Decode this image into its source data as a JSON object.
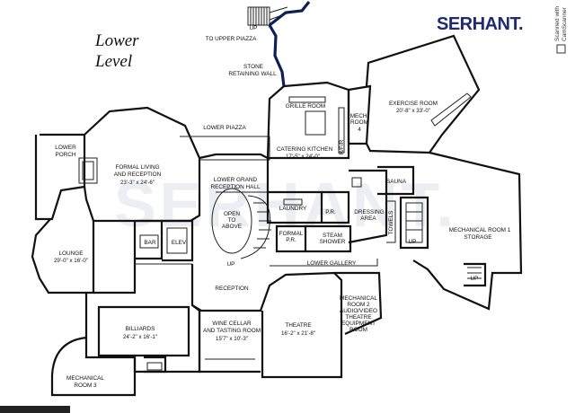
{
  "brand": {
    "name": "SERHANT."
  },
  "heading": {
    "line1": "Lower",
    "line2": "Level"
  },
  "scanner": {
    "line1": "Scanned with",
    "line2": "CamScanner"
  },
  "watermark": "SERHANT.",
  "labels": {
    "up_top": "UP",
    "to_upper_piazza": "TO UPPER PIAZZA",
    "stone_wall_1": "STONE",
    "stone_wall_2": "RETAINING WALL",
    "exercise_name": "EXERCISE ROOM",
    "exercise_dim": "20'-8\" x 33'-0\"",
    "mech4_1": "MECH.",
    "mech4_2": "ROOM",
    "mech4_3": "4",
    "grille_room": "GRILLE ROOM",
    "catering_name": "CATERING KITCHEN",
    "catering_dim": "17'-5\" x 24'-0\"",
    "lower_piazza": "LOWER PIAZZA",
    "lower_porch_1": "LOWER",
    "lower_porch_2": "PORCH",
    "formal_living_1": "FORMAL LIVING",
    "formal_living_2": "AND RECEPTION",
    "formal_living_dim": "23'-3\" x 24'-6\"",
    "grand_reception_1": "LOWER GRAND",
    "grand_reception_2": "RECEPTION HALL",
    "open_1": "OPEN",
    "open_2": "TO",
    "open_3": "ABOVE",
    "laundry": "LAUNDRY",
    "pr": "P.R.",
    "dressing_1": "DRESSING",
    "dressing_2": "AREA",
    "sauna": "SAUNA",
    "towels": "TOWELS",
    "rfr": "R/F/R",
    "formal_pr_1": "FORMAL",
    "formal_pr_2": "P.R.",
    "steam_1": "STEAM",
    "steam_2": "SHOWER",
    "up_stair_main": "UP",
    "up_stair_right": "UP",
    "up_stair_mech": "UP",
    "mech1_1": "MECHANICAL ROOM 1",
    "mech1_2": "STORAGE",
    "lounge_name": "LOUNGE",
    "lounge_dim": "29'-0\" x 16'-0\"",
    "bar": "BAR",
    "elev": "ELEV",
    "lower_gallery": "LOWER GALLERY",
    "reception": "RECEPTION",
    "mech2_1": "MECHANICAL",
    "mech2_2": "ROOM 2",
    "mech2_3": "AUDIO/VIDEO",
    "mech2_4": "THEATRE",
    "mech2_5": "EQUIPMENT",
    "mech2_6": "ROOM",
    "billiards_name": "BILLIARDS",
    "billiards_dim": "24'-2\" x 16'-1\"",
    "wine_1": "WINE CELLAR",
    "wine_2": "AND TASTING ROOM",
    "wine_dim": "15'7\" x 10'-3\"",
    "theatre_name": "THEATRE",
    "theatre_dim": "16'-2\" x 21'-8\"",
    "mech3_1": "MECHANICAL",
    "mech3_2": "ROOM 3"
  },
  "colors": {
    "brand": "#1f2a73",
    "retaining_wall": "#0d1f55",
    "walls": "#111111",
    "watermark": "#eceef3"
  }
}
